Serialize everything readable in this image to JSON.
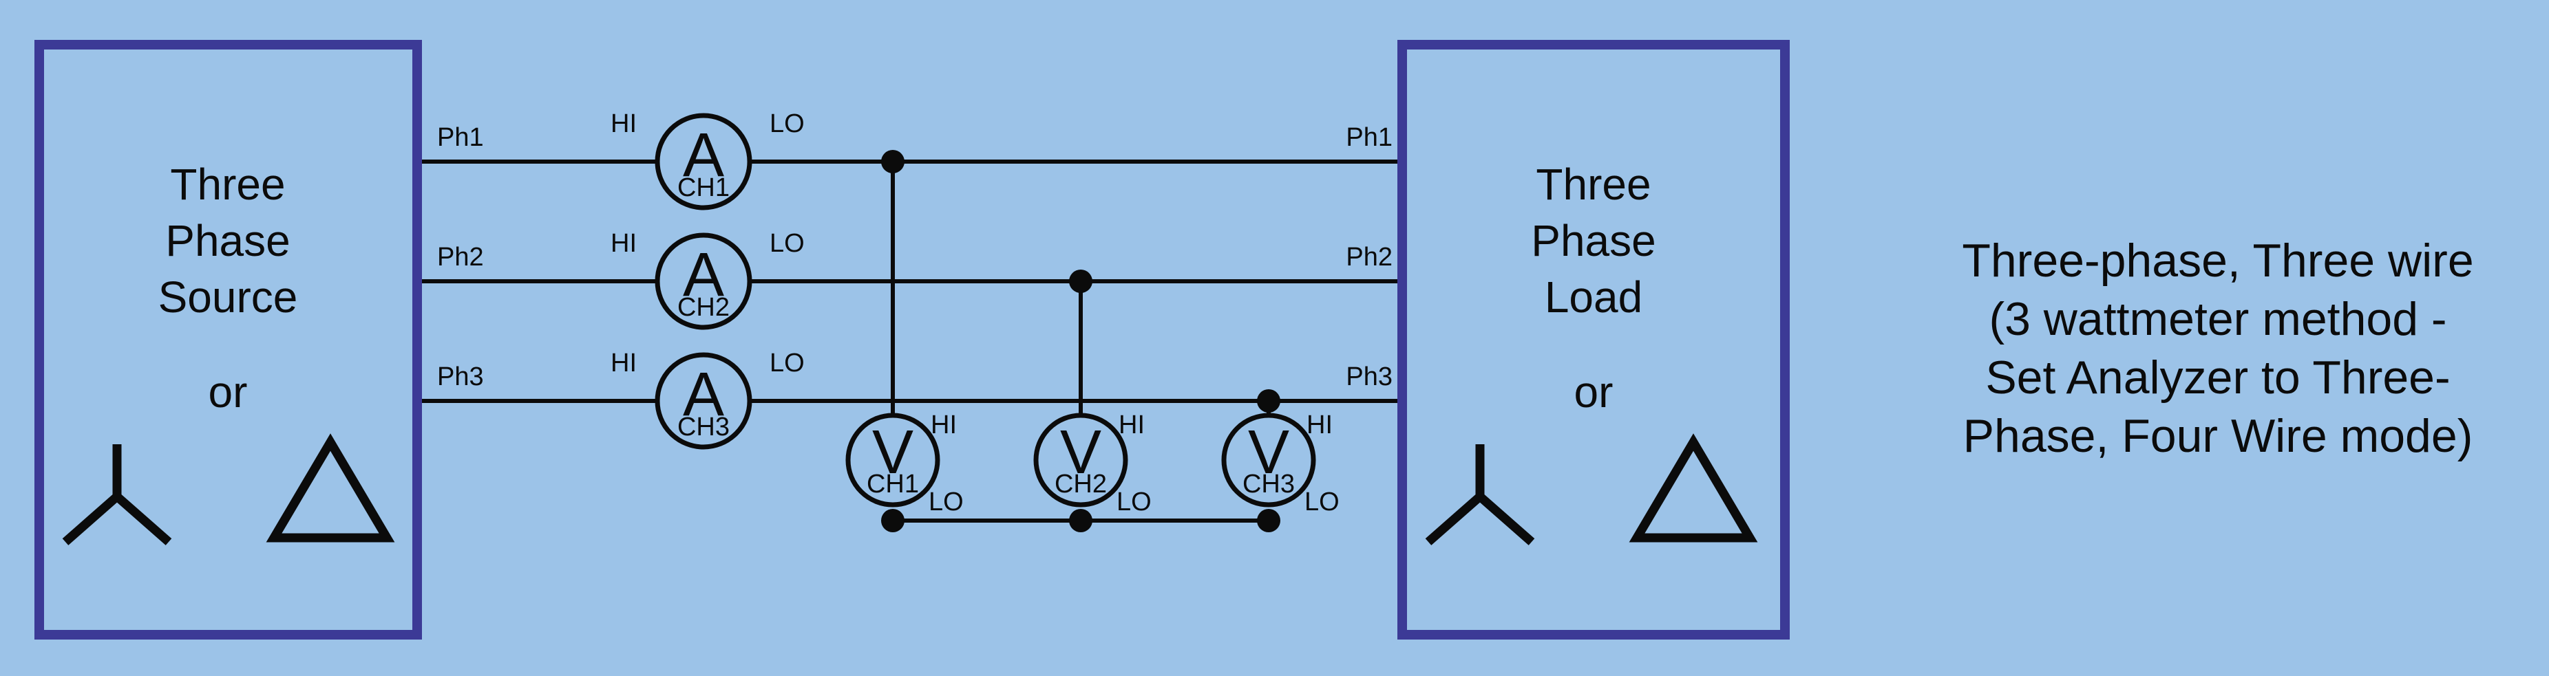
{
  "colors": {
    "background": "#9cc3e8",
    "box_border": "#3c3a96",
    "ink": "#0b0b0b"
  },
  "source_box": {
    "line1": "Three",
    "line2": "Phase",
    "line3": "Source",
    "or_label": "or"
  },
  "load_box": {
    "line1": "Three",
    "line2": "Phase",
    "line3": "Load",
    "or_label": "or"
  },
  "phases": [
    {
      "source_label": "Ph1",
      "load_label": "Ph1",
      "hi_label": "HI",
      "lo_label": "LO",
      "meter_letter": "A",
      "meter_channel": "CH1"
    },
    {
      "source_label": "Ph2",
      "load_label": "Ph2",
      "hi_label": "HI",
      "lo_label": "LO",
      "meter_letter": "A",
      "meter_channel": "CH2"
    },
    {
      "source_label": "Ph3",
      "load_label": "Ph3",
      "hi_label": "HI",
      "lo_label": "LO",
      "meter_letter": "A",
      "meter_channel": "CH3"
    }
  ],
  "voltmeters": [
    {
      "meter_letter": "V",
      "meter_channel": "CH1",
      "hi_label": "HI",
      "lo_label": "LO"
    },
    {
      "meter_letter": "V",
      "meter_channel": "CH2",
      "hi_label": "HI",
      "lo_label": "LO"
    },
    {
      "meter_letter": "V",
      "meter_channel": "CH3",
      "hi_label": "HI",
      "lo_label": "LO"
    }
  ],
  "caption": {
    "line1": "Three-phase, Three wire",
    "line2": "(3 wattmeter method -",
    "line3": "Set Analyzer to Three-",
    "line4": "Phase, Four Wire mode)"
  }
}
